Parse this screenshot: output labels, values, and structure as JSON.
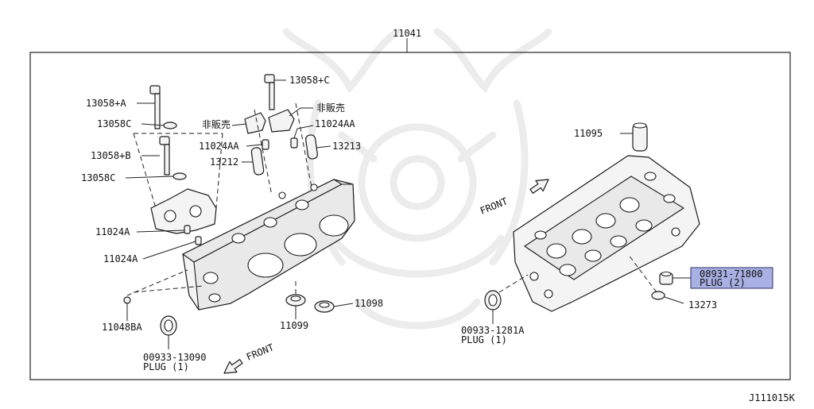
{
  "diagram_code": "J111015K",
  "assembly": {
    "part_no": "11041"
  },
  "labels": {
    "p13058A": "13058+A",
    "p13058C_top": "13058C",
    "p13058B": "13058+B",
    "p13058C_low": "13058C",
    "p13058Cplus": "13058+C",
    "not_for_sale_right": "非販売",
    "not_for_sale_left": "非販売",
    "p11024AA_right": "11024AA",
    "p11024AA_left": "11024AA",
    "p13213": "13213",
    "p13212": "13212",
    "p11024A_top": "11024A",
    "p11024A_low": "11024A",
    "p11048BA": "11048BA",
    "p11099": "11099",
    "p11098": "11098",
    "p00933_13090": "00933-13090",
    "plug1_left": "PLUG (1)",
    "front_left": "FRONT",
    "front_right": "FRONT",
    "p11095": "11095",
    "p00933_1281A": "00933-1281A",
    "plug1_right": "PLUG (1)",
    "p08931_71800": "08931-71800",
    "plug2": "PLUG (2)",
    "p13273": "13273"
  },
  "highlight_color": "#a9b0e3"
}
